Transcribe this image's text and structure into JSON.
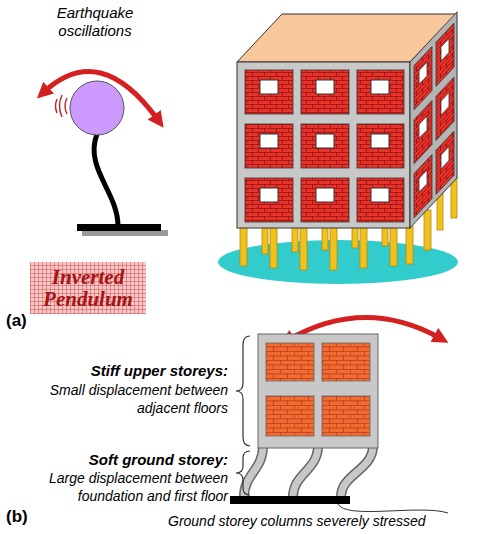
{
  "diagram": {
    "nodes": [
      {
        "text": [
          "Inverted Pendulum"
        ]
      }
    ],
    "labels": [
      "Earthquake oscillations",
      "(a)",
      "Stiff upper storeys:",
      "Small displacement between adjacent floors",
      "Soft ground storey:",
      "Large displacement between foundation and first floor",
      "(b)",
      "Ground storey columns severely stressed"
    ]
  }
}
